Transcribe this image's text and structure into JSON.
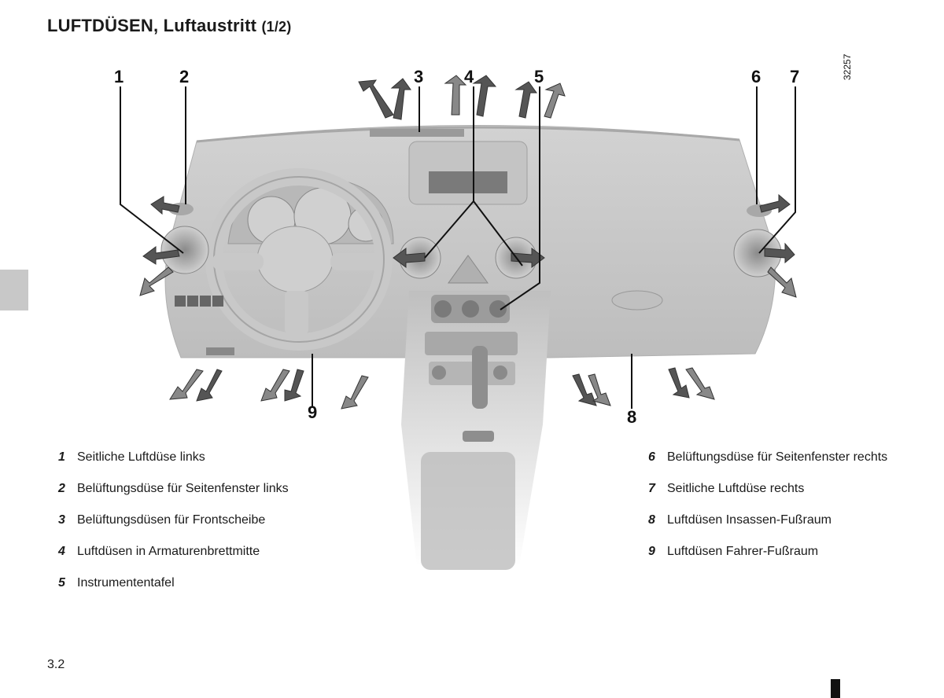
{
  "title": {
    "main": "LUFTDÜSEN, Luftaustritt",
    "part": "(1/2)"
  },
  "figure": {
    "image_number": "32257",
    "callouts": [
      "1",
      "2",
      "3",
      "4",
      "5",
      "6",
      "7",
      "8",
      "9"
    ]
  },
  "legend_left": [
    {
      "num": "1",
      "text": "Seitliche Luftdüse links"
    },
    {
      "num": "2",
      "text": "Belüftungsdüse für Seitenfenster links"
    },
    {
      "num": "3",
      "text": "Belüftungsdüsen für Frontscheibe"
    },
    {
      "num": "4",
      "text": "Luftdüsen in Armaturenbrettmitte"
    },
    {
      "num": "5",
      "text": "Instrumententafel"
    }
  ],
  "legend_right": [
    {
      "num": "6",
      "text": "Belüftungsdüse für Seitenfenster rechts"
    },
    {
      "num": "7",
      "text": "Seitliche Luftdüse rechts"
    },
    {
      "num": "8",
      "text": "Luftdüsen Insassen-Fußraum"
    },
    {
      "num": "9",
      "text": "Luftdüsen Fahrer-Fußraum"
    }
  ],
  "page_number": "3.2"
}
